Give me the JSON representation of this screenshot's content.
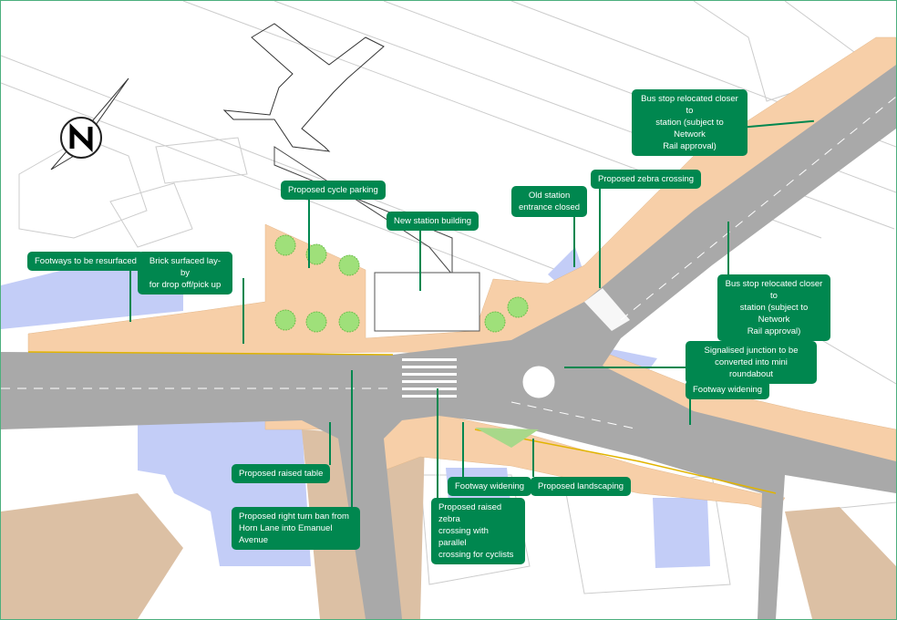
{
  "map": {
    "north_arrow_label": "N",
    "colors": {
      "callout": "#00874f",
      "road": "#a9a9a9",
      "footway": "#f7cfa8",
      "building_blue": "#c3cdf7",
      "private_land": "#dcc0a4",
      "landscaping": "#a8d88a",
      "tree": "#9fe07a"
    },
    "callouts": {
      "footways_resurfaced": "Footways to be resurfaced",
      "brick_layby": "Brick surfaced lay-by\nfor drop off/pick up",
      "cycle_parking": "Proposed cycle parking",
      "new_station": "New station building",
      "old_entrance": "Old station\nentrance closed",
      "zebra": "Proposed  zebra crossing",
      "bus_stop_top": "Bus stop relocated closer to\nstation (subject to Network\nRail approval)",
      "bus_stop_mid": "Bus stop relocated closer to\nstation (subject to Network\nRail approval)",
      "signalised": "Signalised junction to be\nconverted into mini roundabout",
      "footway_widening_right": "Footway widening",
      "raised_table": "Proposed raised table",
      "right_turn_ban": "Proposed right turn ban from\nHorn Lane into Emanuel Avenue",
      "raised_zebra": "Proposed raised  zebra\ncrossing with parallel\ncrossing for cyclists",
      "footway_widening_bottom": "Footway widening",
      "landscaping": "Proposed landscaping"
    }
  }
}
